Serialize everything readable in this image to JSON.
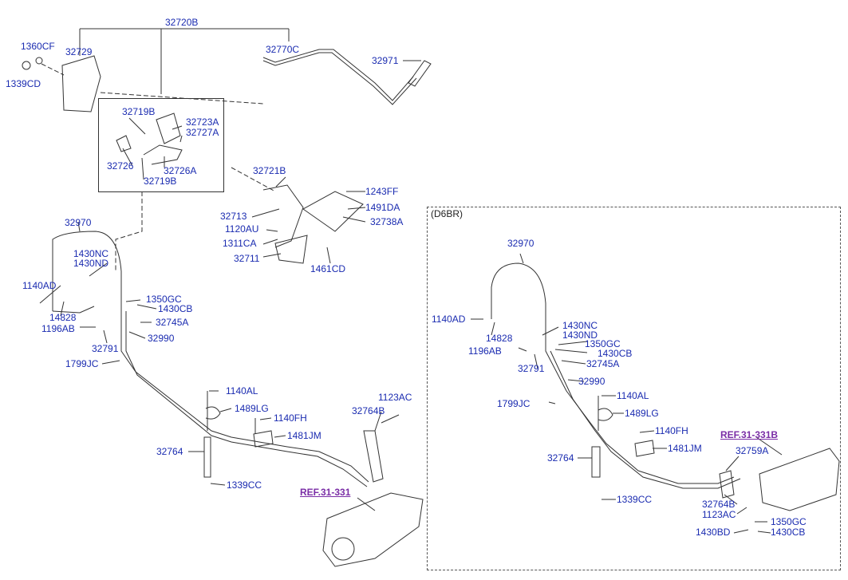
{
  "variant_label": "(D6BR)",
  "main_parts": {
    "p32720B": "32720B",
    "p1360CF": "1360CF",
    "p32729": "32729",
    "p1339CD": "1339CD",
    "p32770C": "32770C",
    "p32971": "32971",
    "p32719B_a": "32719B",
    "p32723A": "32723A",
    "p32727A": "32727A",
    "p32726": "32726",
    "p32726A": "32726A",
    "p32719B_b": "32719B",
    "p32721B": "32721B",
    "p1243FF": "1243FF",
    "p32713": "32713",
    "p1491DA": "1491DA",
    "p1120AU": "1120AU",
    "p32738A": "32738A",
    "p1311CA": "1311CA",
    "p32711": "32711",
    "p1461CD": "1461CD",
    "p32970": "32970",
    "p1430NC": "1430NC",
    "p1430ND": "1430ND",
    "p1140AD": "1140AD",
    "p1350GC": "1350GC",
    "p1430CB": "1430CB",
    "p14828": "14828",
    "p1196AB": "1196AB",
    "p32745A": "32745A",
    "p32791": "32791",
    "p32990": "32990",
    "p1799JC": "1799JC",
    "p1140AL": "1140AL",
    "p1489LG": "1489LG",
    "p1140FH": "1140FH",
    "p1123AC": "1123AC",
    "p32764B": "32764B",
    "p1481JM": "1481JM",
    "p32764": "32764",
    "p1339CC": "1339CC",
    "ref_31_331": "REF.31-331"
  },
  "d6br_parts": {
    "p32970": "32970",
    "p1140AD": "1140AD",
    "p14828": "14828",
    "p1430NC": "1430NC",
    "p1430ND": "1430ND",
    "p1350GC": "1350GC",
    "p1430CB": "1430CB",
    "p1196AB": "1196AB",
    "p32791": "32791",
    "p32745A": "32745A",
    "p32990": "32990",
    "p1140AL": "1140AL",
    "p1799JC": "1799JC",
    "p1489LG": "1489LG",
    "p1140FH": "1140FH",
    "ref_31_331B": "REF.31-331B",
    "p1481JM": "1481JM",
    "p32759A": "32759A",
    "p32764": "32764",
    "p32764B": "32764B",
    "p1123AC": "1123AC",
    "p1339CC": "1339CC",
    "p1350GC_b": "1350GC",
    "p1430BD": "1430BD",
    "p1430CB_b": "1430CB"
  },
  "colors": {
    "part_number": "#1a2bb0",
    "reference": "#7a2da6",
    "line": "#333333"
  }
}
